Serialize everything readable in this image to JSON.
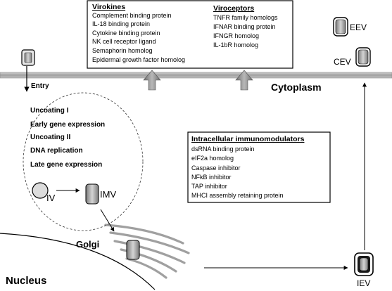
{
  "labels": {
    "entry": "Entry",
    "cytoplasm": "Cytoplasm",
    "golgi": "Golgi",
    "nucleus": "Nucleus",
    "eev": "EEV",
    "cev": "CEV",
    "iev": "IEV",
    "iv": "IV",
    "imv": "IMV"
  },
  "replication_steps": [
    "Uncoating I",
    "Early gene expression",
    "Uncoating II",
    "DNA replication",
    "Late gene expression"
  ],
  "virokines": {
    "title": "Virokines",
    "items": [
      "Complement binding protein",
      "IL-18 binding protein",
      "Cytokine binding protein",
      "NK cell receptor ligand",
      "Semaphorin homolog",
      "Epidermal growth factor homolog"
    ]
  },
  "viroceptors": {
    "title": "Viroceptors",
    "items": [
      "TNFR family homologs",
      "IFNAR binding protein",
      "IFNGR homolog",
      "IL-1bR homolog"
    ]
  },
  "intracellular": {
    "title": "Intracellular immunomodulators",
    "items": [
      "dsRNA binding protein",
      "eIF2a homolog",
      "Caspase inhibitor",
      "NFkB inhibitor",
      "TAP inhibitor",
      "MHCI assembly retaining protein"
    ]
  },
  "colors": {
    "membrane": "#a8a8a8",
    "virion_fill": "#9a9a9a",
    "iv_fill": "#d8d8d8",
    "secretion_arrow": "#8c8c8c"
  }
}
